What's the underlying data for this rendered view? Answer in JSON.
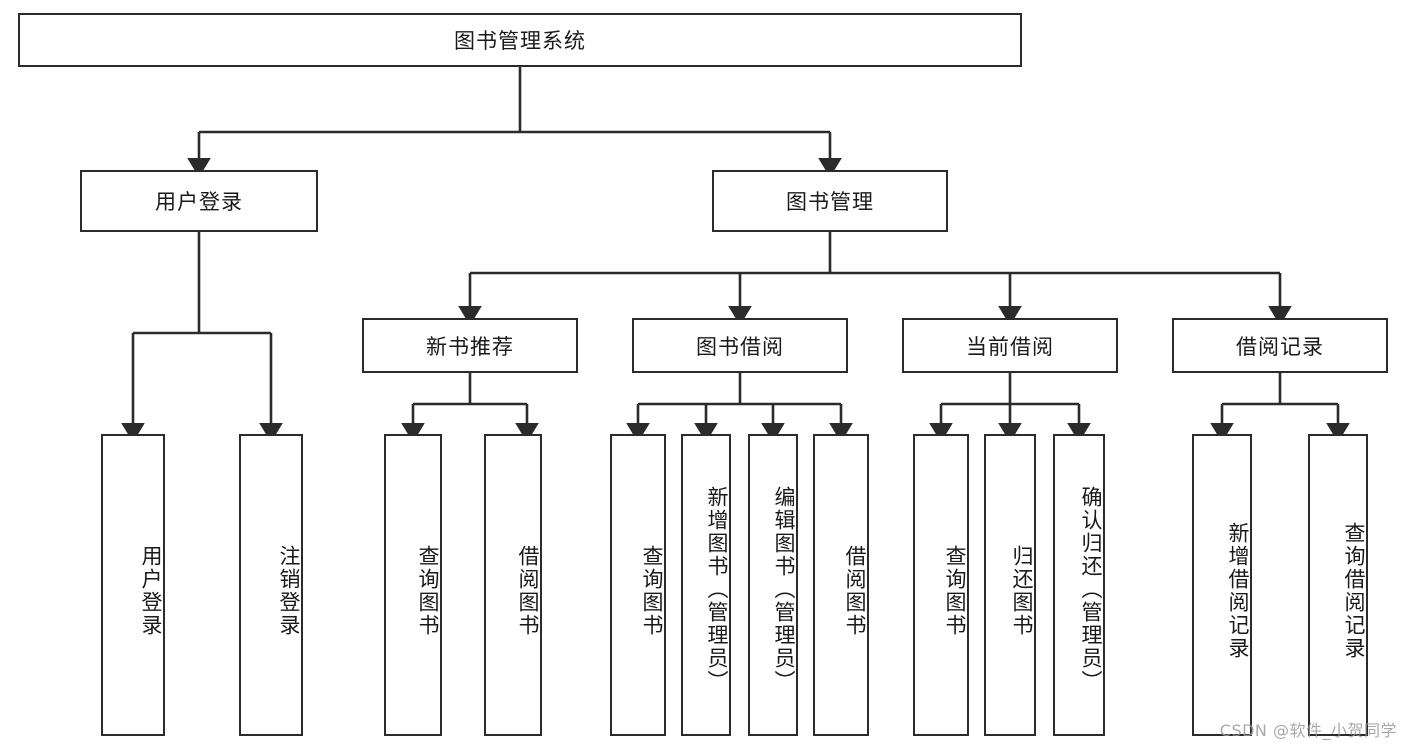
{
  "diagram": {
    "type": "tree-hierarchy-chart",
    "title": "图书管理系统",
    "root": {
      "id": "root",
      "label": "图书管理系统",
      "orientation": "horizontal"
    },
    "level2": [
      {
        "id": "user-login",
        "label": "用户登录",
        "orientation": "horizontal"
      },
      {
        "id": "book-manage",
        "label": "图书管理",
        "orientation": "horizontal"
      }
    ],
    "level3": [
      {
        "id": "new-book-recommend",
        "label": "新书推荐",
        "orientation": "horizontal",
        "parent": "book-manage"
      },
      {
        "id": "book-borrow",
        "label": "图书借阅",
        "orientation": "horizontal",
        "parent": "book-manage"
      },
      {
        "id": "current-borrow",
        "label": "当前借阅",
        "orientation": "horizontal",
        "parent": "book-manage"
      },
      {
        "id": "borrow-record",
        "label": "借阅记录",
        "orientation": "horizontal",
        "parent": "book-manage"
      }
    ],
    "leaves": [
      {
        "id": "leaf-user-login",
        "label": "用户登录",
        "parent": "user-login",
        "orientation": "vertical"
      },
      {
        "id": "leaf-user-logout",
        "label": "注销登录",
        "parent": "user-login",
        "orientation": "vertical"
      },
      {
        "id": "leaf-query-book-1",
        "label": "查询图书",
        "parent": "new-book-recommend",
        "orientation": "vertical"
      },
      {
        "id": "leaf-borrow-book-1",
        "label": "借阅图书",
        "parent": "new-book-recommend",
        "orientation": "vertical"
      },
      {
        "id": "leaf-query-book-2",
        "label": "查询图书",
        "parent": "book-borrow",
        "orientation": "vertical"
      },
      {
        "id": "leaf-add-book",
        "label": "新增图书（管理员）",
        "parent": "book-borrow",
        "orientation": "vertical"
      },
      {
        "id": "leaf-edit-book",
        "label": "编辑图书（管理员）",
        "parent": "book-borrow",
        "orientation": "vertical"
      },
      {
        "id": "leaf-borrow-book-2",
        "label": "借阅图书",
        "parent": "book-borrow",
        "orientation": "vertical"
      },
      {
        "id": "leaf-query-book-3",
        "label": "查询图书",
        "parent": "current-borrow",
        "orientation": "vertical"
      },
      {
        "id": "leaf-return-book",
        "label": "归还图书",
        "parent": "current-borrow",
        "orientation": "vertical"
      },
      {
        "id": "leaf-confirm-return",
        "label": "确认归还（管理员）",
        "parent": "current-borrow",
        "orientation": "vertical"
      },
      {
        "id": "leaf-add-record",
        "label": "新增借阅记录",
        "parent": "borrow-record",
        "orientation": "vertical"
      },
      {
        "id": "leaf-query-record",
        "label": "查询借阅记录",
        "parent": "borrow-record",
        "orientation": "vertical"
      }
    ],
    "colors": {
      "box_border": "#2b2b2b",
      "box_fill": "#ffffff",
      "text": "#1a1a1a",
      "edge": "#2b2b2b",
      "background": "#ffffff",
      "watermark": "#9a9a9a"
    }
  },
  "watermark": {
    "text": "CSDN @软件_小贺同学"
  }
}
